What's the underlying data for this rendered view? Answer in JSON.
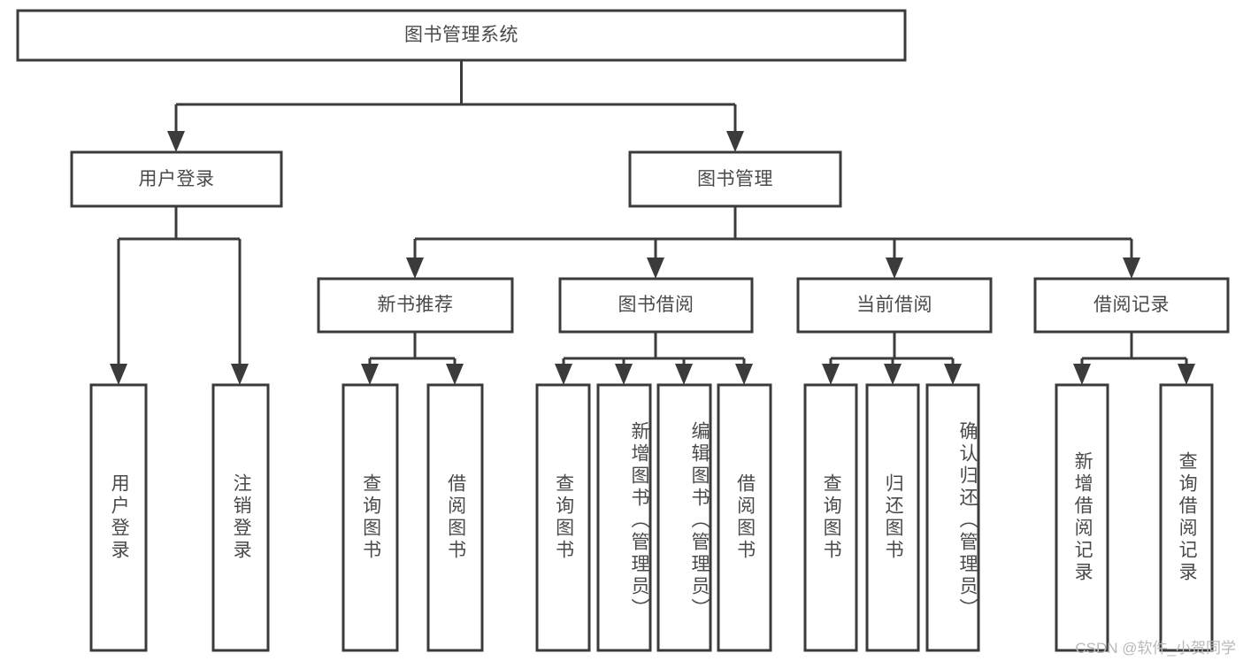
{
  "diagram": {
    "type": "tree-hierarchy",
    "orientation": "top-down",
    "watermark": "CSDN @软件_小贺同学",
    "colors": {
      "stroke": "#3b3b3b",
      "box_fill": "#ffffff",
      "text": "#4a4a4a",
      "background": "#ffffff",
      "watermark": "#b9b9b9"
    },
    "levels": [
      {
        "level": 1,
        "nodes": [
          {
            "id": "root",
            "label": "图书管理系统",
            "orientation": "horizontal"
          }
        ]
      },
      {
        "level": 2,
        "nodes": [
          {
            "id": "login",
            "label": "用户登录",
            "orientation": "horizontal",
            "parent": "root"
          },
          {
            "id": "bookmgmt",
            "label": "图书管理",
            "orientation": "horizontal",
            "parent": "root"
          }
        ]
      },
      {
        "level": 3,
        "nodes": [
          {
            "id": "newbook",
            "label": "新书推荐",
            "orientation": "horizontal",
            "parent": "bookmgmt"
          },
          {
            "id": "borrow",
            "label": "图书借阅",
            "orientation": "horizontal",
            "parent": "bookmgmt"
          },
          {
            "id": "current",
            "label": "当前借阅",
            "orientation": "horizontal",
            "parent": "bookmgmt"
          },
          {
            "id": "records",
            "label": "借阅记录",
            "orientation": "horizontal",
            "parent": "bookmgmt"
          }
        ]
      },
      {
        "level": 4,
        "nodes": [
          {
            "id": "leaf-user-login",
            "label": "用户登录",
            "orientation": "vertical",
            "parent": "login"
          },
          {
            "id": "leaf-logout",
            "label": "注销登录",
            "orientation": "vertical",
            "parent": "login"
          },
          {
            "id": "leaf-query-book-1",
            "label": "查询图书",
            "orientation": "vertical",
            "parent": "newbook"
          },
          {
            "id": "leaf-borrow-book-1",
            "label": "借阅图书",
            "orientation": "vertical",
            "parent": "newbook"
          },
          {
            "id": "leaf-query-book-2",
            "label": "查询图书",
            "orientation": "vertical",
            "parent": "borrow"
          },
          {
            "id": "leaf-add-book",
            "label": "新增图书（管理员）",
            "orientation": "vertical",
            "parent": "borrow"
          },
          {
            "id": "leaf-edit-book",
            "label": "编辑图书（管理员）",
            "orientation": "vertical",
            "parent": "borrow"
          },
          {
            "id": "leaf-borrow-book-2",
            "label": "借阅图书",
            "orientation": "vertical",
            "parent": "borrow"
          },
          {
            "id": "leaf-query-book-3",
            "label": "查询图书",
            "orientation": "vertical",
            "parent": "current"
          },
          {
            "id": "leaf-return-book",
            "label": "归还图书",
            "orientation": "vertical",
            "parent": "current"
          },
          {
            "id": "leaf-confirm-return",
            "label": "确认归还（管理员）",
            "orientation": "vertical",
            "parent": "current"
          },
          {
            "id": "leaf-add-record",
            "label": "新增借阅记录",
            "orientation": "vertical",
            "parent": "records"
          },
          {
            "id": "leaf-query-record",
            "label": "查询借阅记录",
            "orientation": "vertical",
            "parent": "records"
          }
        ]
      }
    ]
  }
}
